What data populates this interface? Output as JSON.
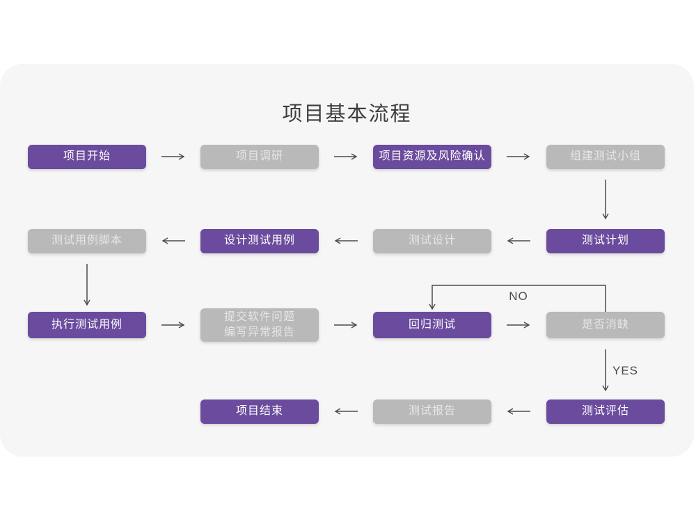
{
  "page": {
    "title": "项目基本流程"
  },
  "colors": {
    "purple": "#6a4b9d",
    "gray": "#b9b9b9",
    "card_bg": "#f6f6f7",
    "arrow": "#4a4a4a",
    "title_text": "#3d3d3d"
  },
  "branch_labels": {
    "no": "NO",
    "yes": "YES"
  },
  "nodes": [
    {
      "id": "start",
      "lines": [
        "项目开始"
      ],
      "variant": "purple",
      "row": 0,
      "col": 0
    },
    {
      "id": "research",
      "lines": [
        "项目调研"
      ],
      "variant": "gray",
      "row": 0,
      "col": 1
    },
    {
      "id": "resources",
      "lines": [
        "项目资源及风险确认"
      ],
      "variant": "purple",
      "row": 0,
      "col": 2
    },
    {
      "id": "team",
      "lines": [
        "组建测试小组"
      ],
      "variant": "gray",
      "row": 0,
      "col": 3
    },
    {
      "id": "plan",
      "lines": [
        "测试计划"
      ],
      "variant": "purple",
      "row": 1,
      "col": 3
    },
    {
      "id": "design",
      "lines": [
        "测试设计"
      ],
      "variant": "gray",
      "row": 1,
      "col": 2
    },
    {
      "id": "cases",
      "lines": [
        "设计测试用例"
      ],
      "variant": "purple",
      "row": 1,
      "col": 1
    },
    {
      "id": "scripts",
      "lines": [
        "测试用例脚本"
      ],
      "variant": "gray",
      "row": 1,
      "col": 0
    },
    {
      "id": "execute",
      "lines": [
        "执行测试用例"
      ],
      "variant": "purple",
      "row": 2,
      "col": 0
    },
    {
      "id": "report-issues",
      "lines": [
        "提交软件问题",
        "编写异常报告"
      ],
      "variant": "gray",
      "row": 2,
      "col": 1
    },
    {
      "id": "regression",
      "lines": [
        "回归测试"
      ],
      "variant": "purple",
      "row": 2,
      "col": 2
    },
    {
      "id": "defect-check",
      "lines": [
        "是否消缺"
      ],
      "variant": "gray",
      "row": 2,
      "col": 3
    },
    {
      "id": "evaluation",
      "lines": [
        "测试评估"
      ],
      "variant": "purple",
      "row": 3,
      "col": 3
    },
    {
      "id": "report",
      "lines": [
        "测试报告"
      ],
      "variant": "gray",
      "row": 3,
      "col": 2
    },
    {
      "id": "end",
      "lines": [
        "项目结束"
      ],
      "variant": "purple",
      "row": 3,
      "col": 1
    }
  ]
}
